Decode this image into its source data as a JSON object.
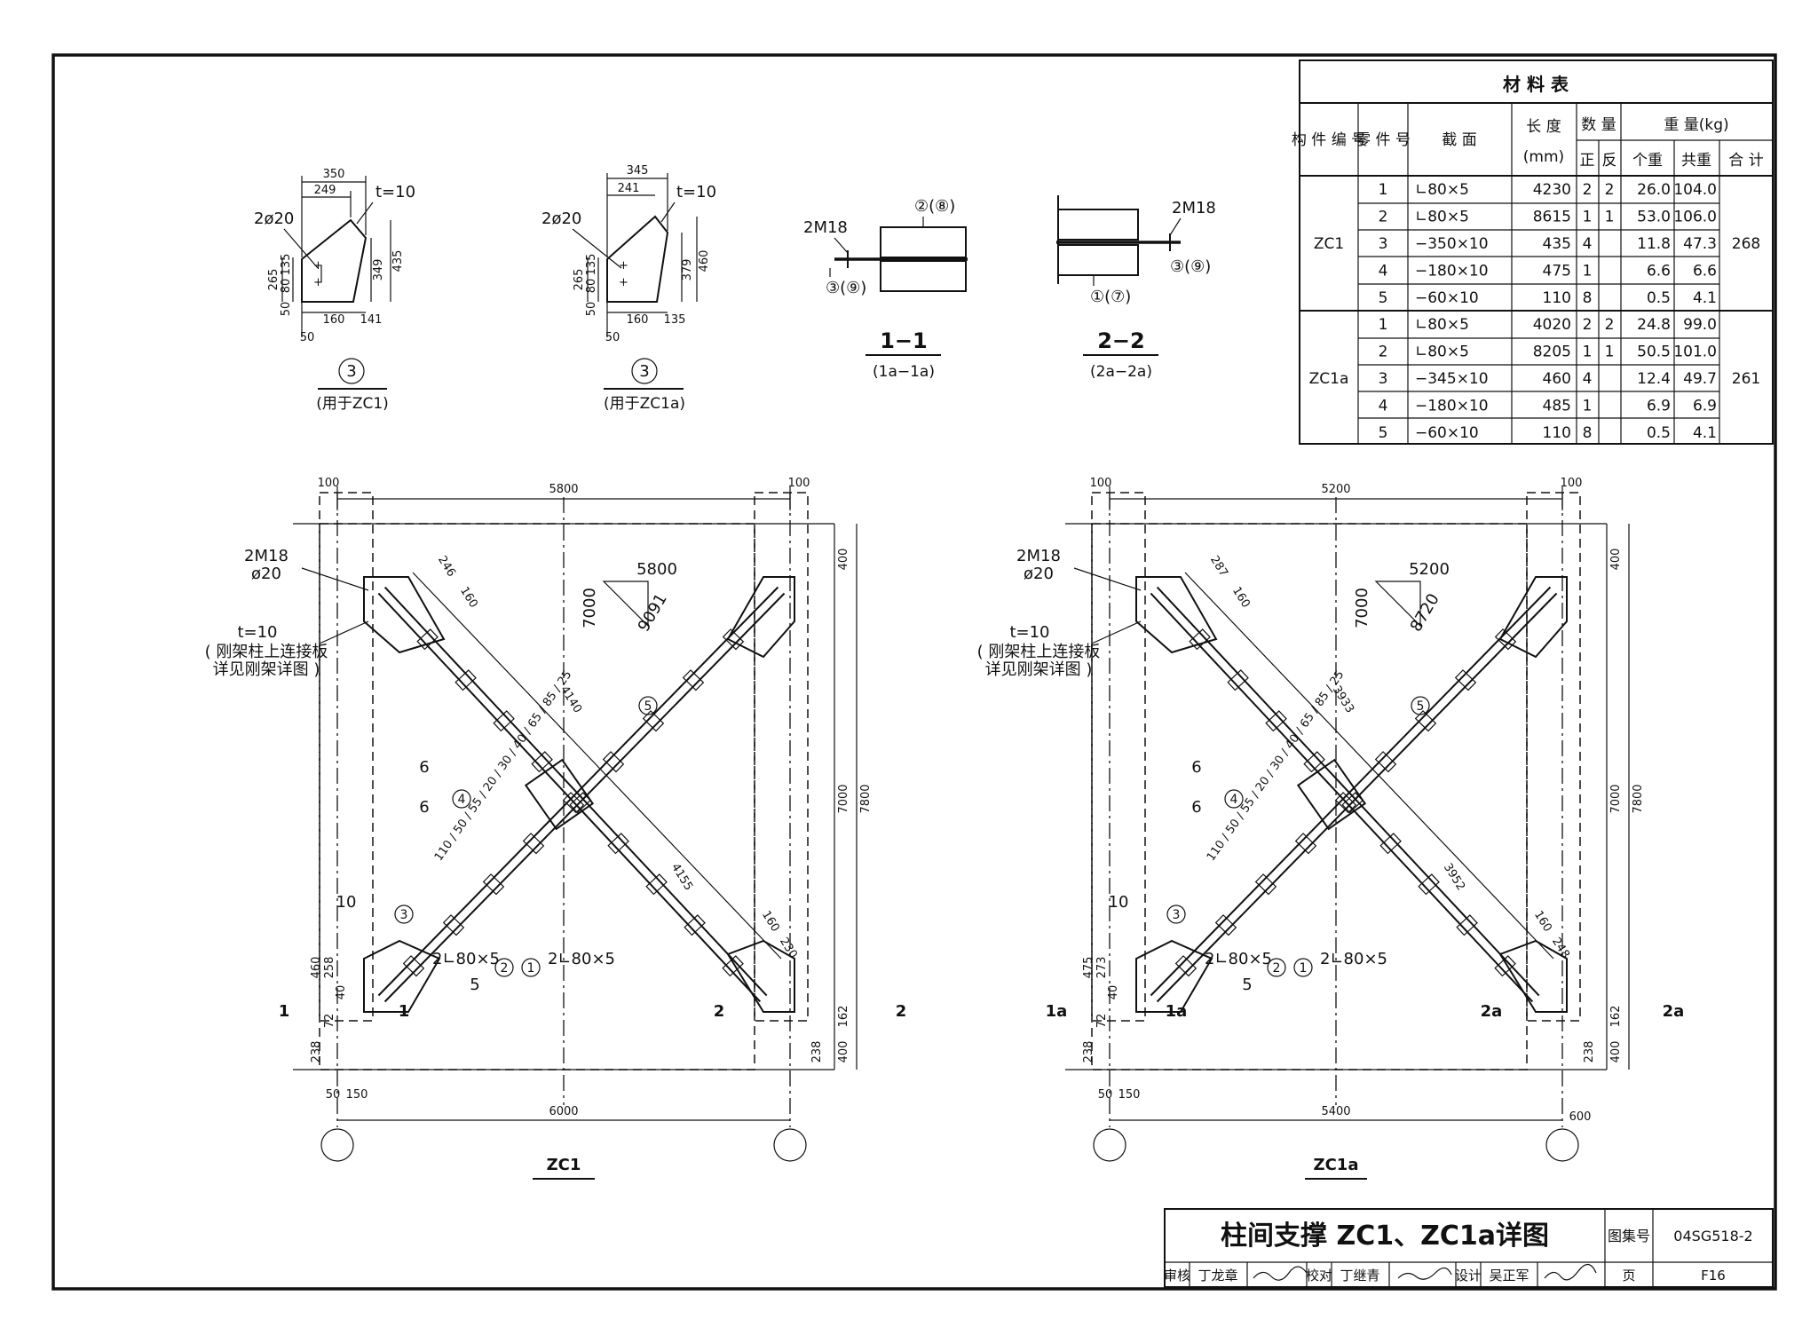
{
  "material_table": {
    "title": "材 料 表",
    "headers": {
      "member_no": "构 件 编 号",
      "part_no": "零 件 号",
      "section": "截 面",
      "length": "长 度",
      "length_unit": "(mm)",
      "quantity": "数 量",
      "qty_pos": "正",
      "qty_neg": "反",
      "weight": "重 量(kg)",
      "unit_weight": "个重",
      "total_weight": "共重",
      "sum": "合 计"
    },
    "groups": [
      {
        "member": "ZC1",
        "sum": "268",
        "rows": [
          {
            "part": "1",
            "section": "∟80×5",
            "length": "4230",
            "pos": "2",
            "neg": "2",
            "unit": "26.0",
            "total": "104.0"
          },
          {
            "part": "2",
            "section": "∟80×5",
            "length": "8615",
            "pos": "1",
            "neg": "1",
            "unit": "53.0",
            "total": "106.0"
          },
          {
            "part": "3",
            "section": "−350×10",
            "length": "435",
            "pos": "4",
            "neg": "",
            "unit": "11.8",
            "total": "47.3"
          },
          {
            "part": "4",
            "section": "−180×10",
            "length": "475",
            "pos": "1",
            "neg": "",
            "unit": "6.6",
            "total": "6.6"
          },
          {
            "part": "5",
            "section": "−60×10",
            "length": "110",
            "pos": "8",
            "neg": "",
            "unit": "0.5",
            "total": "4.1"
          }
        ]
      },
      {
        "member": "ZC1a",
        "sum": "261",
        "rows": [
          {
            "part": "1",
            "section": "∟80×5",
            "length": "4020",
            "pos": "2",
            "neg": "2",
            "unit": "24.8",
            "total": "99.0"
          },
          {
            "part": "2",
            "section": "∟80×5",
            "length": "8205",
            "pos": "1",
            "neg": "1",
            "unit": "50.5",
            "total": "101.0"
          },
          {
            "part": "3",
            "section": "−345×10",
            "length": "460",
            "pos": "4",
            "neg": "",
            "unit": "12.4",
            "total": "49.7"
          },
          {
            "part": "4",
            "section": "−180×10",
            "length": "485",
            "pos": "1",
            "neg": "",
            "unit": "6.9",
            "total": "6.9"
          },
          {
            "part": "5",
            "section": "−60×10",
            "length": "110",
            "pos": "8",
            "neg": "",
            "unit": "0.5",
            "total": "4.1"
          }
        ]
      }
    ]
  },
  "plate_details": [
    {
      "circle": "3",
      "caption": "(用于ZC1)",
      "bolt": "2ø20",
      "t": "t=10",
      "top_total": "350",
      "top_part": "249",
      "right_h": "349",
      "right_total": "435",
      "left_h": "265",
      "left_a": "135",
      "left_b": "80",
      "left_c": "50",
      "bot_a": "160",
      "bot_b": "141",
      "bot_c": "50"
    },
    {
      "circle": "3",
      "caption": "(用于ZC1a)",
      "bolt": "2ø20",
      "t": "t=10",
      "top_total": "345",
      "top_part": "241",
      "right_h": "379",
      "right_total": "460",
      "left_h": "265",
      "left_a": "135",
      "left_b": "80",
      "left_c": "50",
      "bot_a": "160",
      "bot_b": "135",
      "bot_c": "50"
    }
  ],
  "sections": [
    {
      "title": "1−1",
      "sub": "(1a−1a)",
      "bolt": "2M18",
      "ref_top": "②(⑧)",
      "ref_bottom": "③(⑨)"
    },
    {
      "title": "2−2",
      "sub": "(2a−2a)",
      "bolt": "2M18",
      "ref_right": "③(⑨)",
      "ref_bottom": "①(⑦)"
    }
  ],
  "elevations": [
    {
      "name": "ZC1",
      "top_dim": "5800",
      "side_dim": "100",
      "bottom_dim": "6000",
      "height_dim": "7000",
      "total_dim": "7800",
      "slope_h": "5800",
      "slope_v": "7000",
      "slope_d": "9091",
      "diag_a": "4140",
      "diag_b": "4155",
      "plate_d1": "246",
      "plate_d2": "160",
      "plate_d3": "160",
      "plate_d4": "230",
      "bolt": "2M18",
      "hole": "ø20",
      "plate_t": "t=10",
      "note1": "( 刚架柱上连接板",
      "note2": "详见刚架详图 )",
      "angle1": "2∟80×5",
      "angle2": "2∟80×5",
      "weld6": "6",
      "weld10": "10",
      "weld5": "5",
      "cut_left": "1",
      "cut_right": "2",
      "top_dim2": "400",
      "bl_460": "460",
      "bl_258": "258",
      "bl_40": "40",
      "bl_72": "72",
      "bl_238": "238",
      "bl_50": "50",
      "bl_150": "150",
      "br_162": "162",
      "br_400": "400",
      "br_238": "238",
      "center_dims": "110 / 50 / 55 / 20 / 30 / 40 / 65 / 85 / 25",
      "side_bottom": ""
    },
    {
      "name": "ZC1a",
      "top_dim": "5200",
      "side_dim": "100",
      "bottom_dim": "5400",
      "height_dim": "7000",
      "total_dim": "7800",
      "slope_h": "5200",
      "slope_v": "7000",
      "slope_d": "8720",
      "diag_a": "3933",
      "diag_b": "3952",
      "plate_d1": "287",
      "plate_d2": "160",
      "plate_d3": "160",
      "plate_d4": "248",
      "bolt": "2M18",
      "hole": "ø20",
      "plate_t": "t=10",
      "note1": "( 刚架柱上连接板",
      "note2": "详见刚架详图 )",
      "angle1": "2∟80×5",
      "angle2": "2∟80×5",
      "weld6": "6",
      "weld10": "10",
      "weld5": "5",
      "cut_left": "1a",
      "cut_right": "2a",
      "top_dim2": "400",
      "bl_460": "475",
      "bl_258": "273",
      "bl_40": "40",
      "bl_72": "72",
      "bl_238": "238",
      "bl_50": "50",
      "bl_150": "150",
      "br_162": "162",
      "br_400": "400",
      "br_238": "238",
      "center_dims": "110 / 50 / 55 / 20 / 30 / 40 / 65 / 85 / 25",
      "side_bottom": "600"
    }
  ],
  "title_block": {
    "title": "柱间支撑 ZC1、ZC1a详图",
    "atlas_label": "图集号",
    "atlas_no": "04SG518-2",
    "review_label": "审核",
    "review_name": "丁龙章",
    "check_label": "校对",
    "check_name": "丁继青",
    "design_label": "设计",
    "design_name": "吴正军",
    "page_label": "页",
    "page_no": "F16"
  }
}
